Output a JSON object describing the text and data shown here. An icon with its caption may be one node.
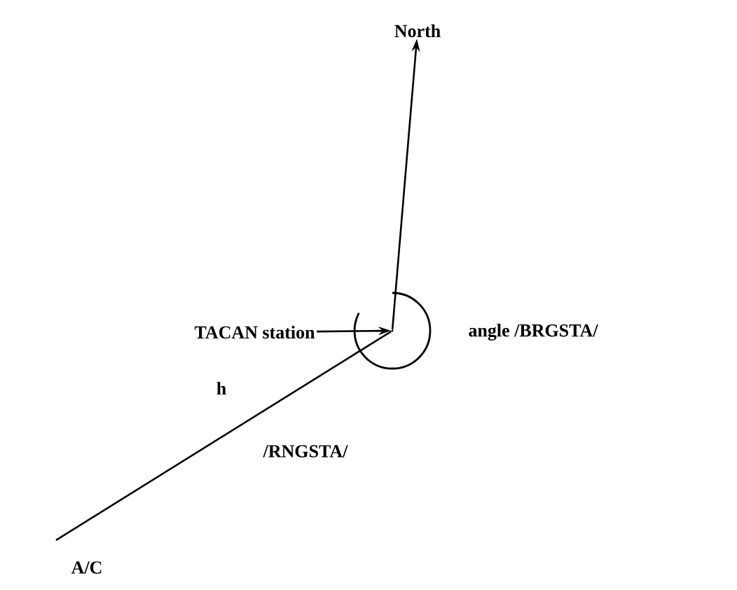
{
  "diagram": {
    "nodes": [
      {
        "text": [
          "North"
        ]
      },
      {
        "text": [
          "TACAN station"
        ]
      },
      {
        "text": [],
        "shape": "point"
      },
      {
        "text": [
          "A/C"
        ]
      }
    ],
    "edges": [
      {
        "from": 2,
        "to": 0,
        "arrow": "to"
      },
      {
        "from": 1,
        "to": 2,
        "arrow": "to"
      },
      {
        "from": 3,
        "to": 2,
        "arrow": "none",
        "label": "/RNGSTA/"
      }
    ],
    "labels": [
      "angle /BRGSTA/",
      "h"
    ]
  }
}
